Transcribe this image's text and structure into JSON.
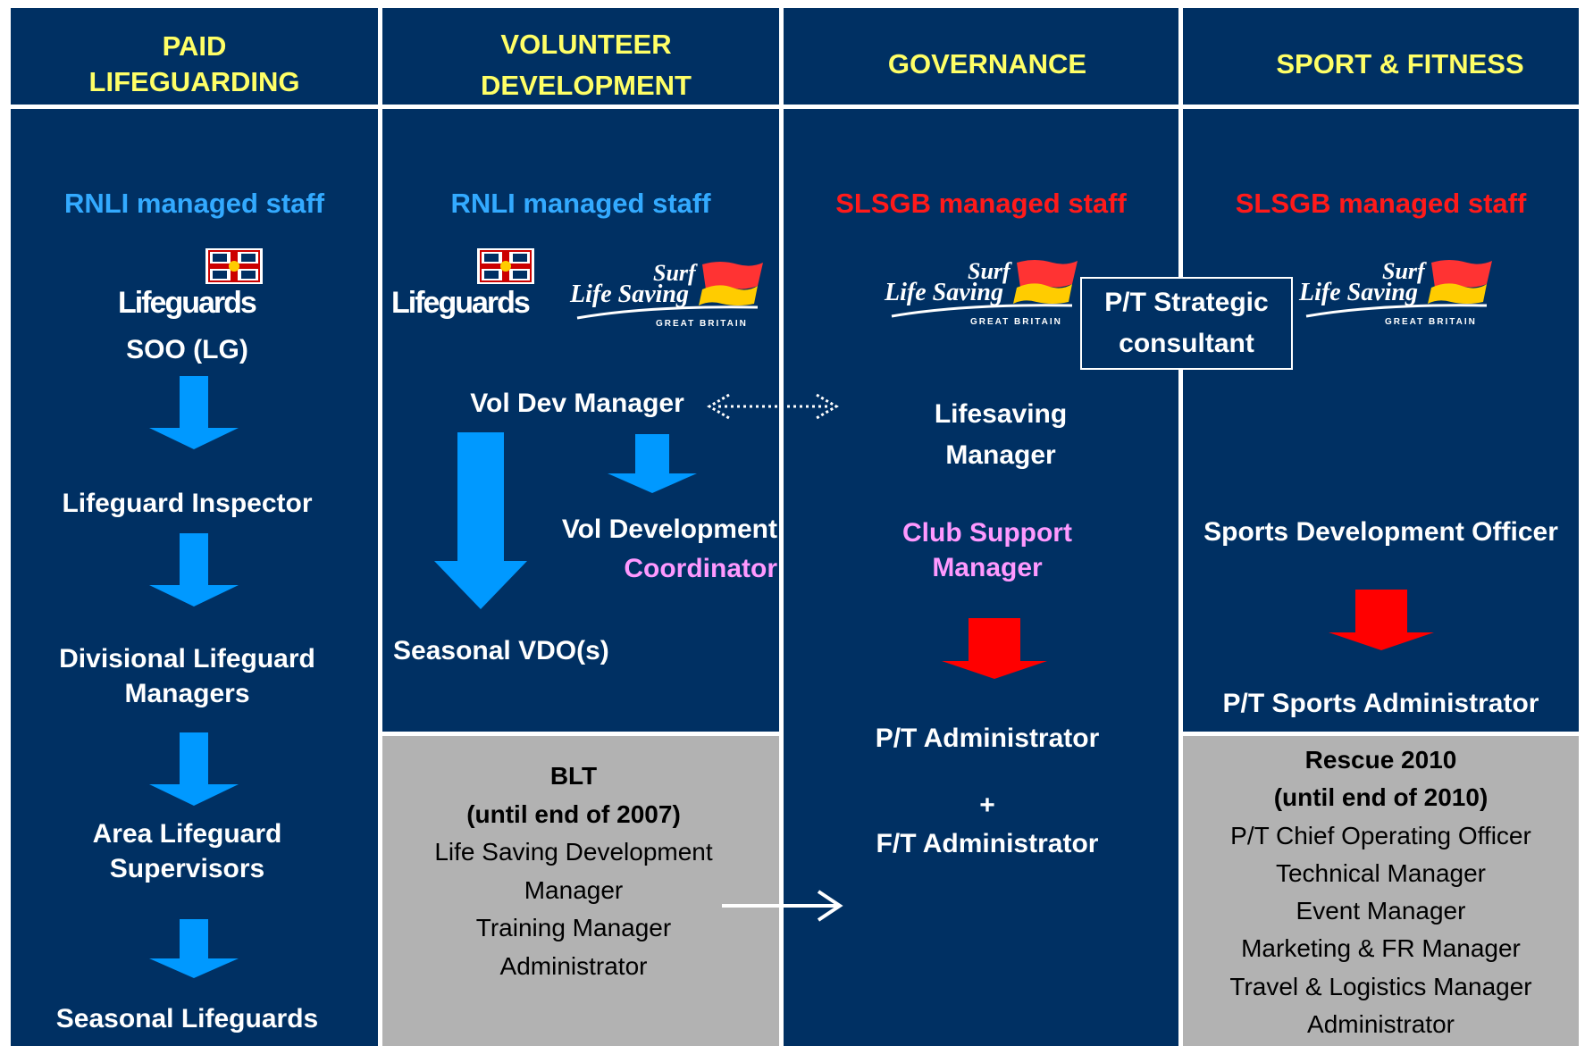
{
  "columns": [
    {
      "title_line1": "PAID",
      "title_line2": "LIFEGUARDING",
      "managed": "RNLI managed staff"
    },
    {
      "title_line1": "VOLUNTEER",
      "title_line2": "DEVELOPMENT",
      "managed": "RNLI managed staff"
    },
    {
      "title_line1": "GOVERNANCE",
      "title_line2": "",
      "managed": "SLSGB managed staff"
    },
    {
      "title_line1": "SPORT & FITNESS",
      "title_line2": "",
      "managed": "SLSGB managed staff"
    }
  ],
  "logos": {
    "lifeguards": "Lifeguards",
    "sls_surf": "Surf",
    "sls_life": "Life Saving",
    "sls_gb": "GREAT BRITAIN"
  },
  "paid": {
    "soo": "SOO (LG)",
    "inspector": "Lifeguard Inspector",
    "divisional_1": "Divisional Lifeguard",
    "divisional_2": "Managers",
    "area_1": "Area Lifeguard",
    "area_2": "Supervisors",
    "seasonal": "Seasonal Lifeguards"
  },
  "volunteer": {
    "manager": "Vol Dev Manager",
    "coord_1": "Vol Development",
    "coord_2": "Coordinator",
    "vdo": "Seasonal VDO(s)",
    "blt_title": "BLT",
    "blt_until": "(until end of 2007)",
    "blt_items": [
      "Life Saving Development",
      "Manager",
      "Training Manager",
      "Administrator"
    ]
  },
  "governance": {
    "consultant_1": "P/T Strategic",
    "consultant_2": "consultant",
    "lifesaving_1": "Lifesaving",
    "lifesaving_2": "Manager",
    "club_1": "Club Support",
    "club_2": "Manager",
    "pt_admin": "P/T Administrator",
    "plus": "+",
    "ft_admin": "F/T Administrator"
  },
  "sport": {
    "officer": "Sports Development Officer",
    "pt_sports_admin": "P/T Sports Administrator",
    "rescue_title": "Rescue 2010",
    "rescue_until": "(until end of 2010)",
    "rescue_items": [
      "P/T Chief Operating Officer",
      "Technical Manager",
      "Event Manager",
      "Marketing & FR Manager",
      "Travel & Logistics Manager",
      "Administrator"
    ]
  },
  "colors": {
    "panel": "#003063",
    "header_text": "#ffff66",
    "rnli_blue": "#33aaff",
    "slsgb_red": "#ff1a1a",
    "pink": "#ff99ff",
    "grey_box": "#b2b2b2",
    "down_arrow_blue": "#0099ff",
    "down_arrow_red": "#ff0000"
  }
}
